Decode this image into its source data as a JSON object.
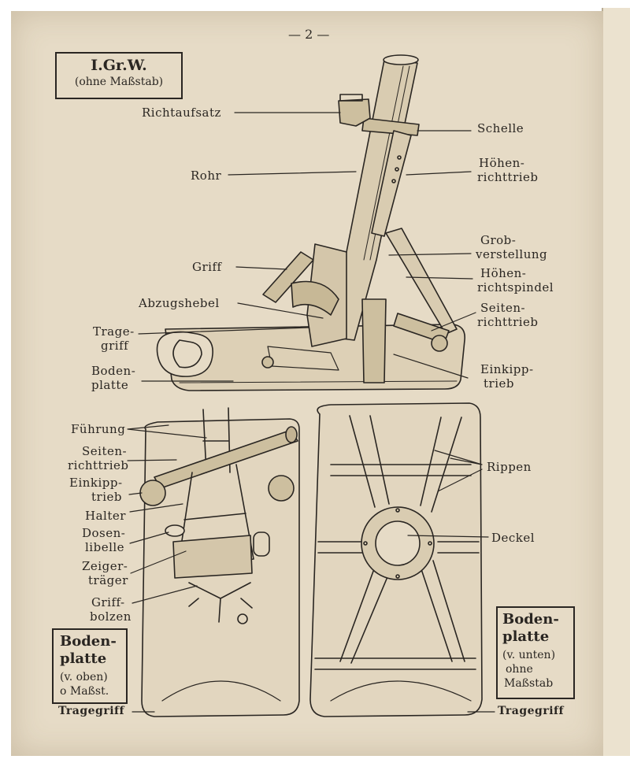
{
  "page_number": "— 2 —",
  "title_box": {
    "title": "I.Gr.W.",
    "subtitle": "(ohne Maßstab)"
  },
  "mortar_labels": {
    "richtaufsatz": "Richtaufsatz",
    "rohr": "Rohr",
    "griff": "Griff",
    "abzugshebel": "Abzugshebel",
    "tragegriff": [
      "Trage-",
      "griff"
    ],
    "bodenplatte": [
      "Boden-",
      "platte"
    ],
    "schelle": "Schelle",
    "hoehenrichttrieb": [
      "Höhen-",
      "richttrieb"
    ],
    "grobverstellung": [
      "Grob-",
      "verstellung"
    ],
    "hoehenrichtspindel": [
      "Höhen-",
      "richtspindel"
    ],
    "seitenrichttrieb": [
      "Seiten-",
      "richttrieb"
    ],
    "einkipptrieb": [
      "Einkipp-",
      "trieb"
    ]
  },
  "top_view_labels": {
    "fuehrung": "Führung",
    "seitenrichttrieb": [
      "Seiten-",
      "richttrieb"
    ],
    "einkipptrieb": [
      "Einkipp-",
      "trieb"
    ],
    "halter": "Halter",
    "dosenlibelle": [
      "Dosen-",
      "libelle"
    ],
    "zeigertraeger": [
      "Zeiger-",
      "träger"
    ],
    "griffbolzen": [
      "Griff-",
      "bolzen"
    ],
    "tragegriff": "Tragegriff",
    "caption": [
      "Boden-",
      "platte",
      "(v. oben)",
      "o Maßst."
    ]
  },
  "bottom_view_labels": {
    "rippen": "Rippen",
    "deckel": "Deckel",
    "tragegriff": "Tragegriff",
    "caption": [
      "Boden-",
      "platte",
      "(v. unten)",
      "ohne",
      "Maßstab"
    ]
  },
  "colors": {
    "paper": "#e6dbc6",
    "ink": "#2a2622"
  }
}
